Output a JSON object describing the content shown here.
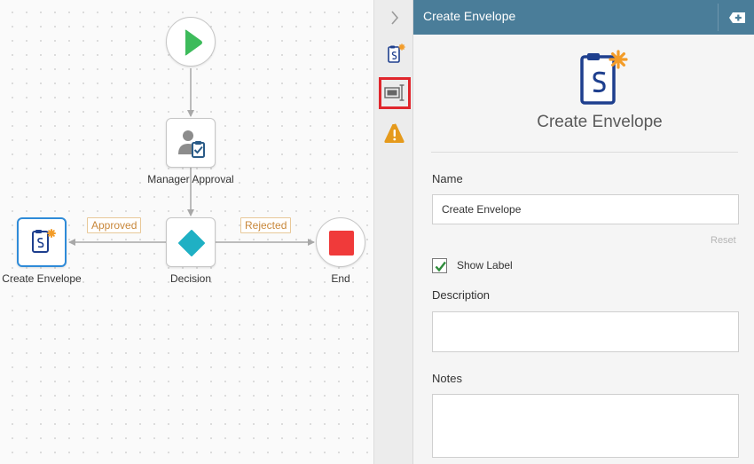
{
  "canvas": {
    "nodes": {
      "start": {
        "icon": "play-icon"
      },
      "manager_approval": {
        "label": "Manager Approval",
        "icon": "user-task-icon"
      },
      "decision": {
        "label": "Decision",
        "icon": "diamond-icon"
      },
      "create_envelope": {
        "label": "Create Envelope",
        "icon": "docusign-envelope-icon"
      },
      "end": {
        "label": "End",
        "icon": "stop-icon"
      }
    },
    "edges": {
      "approved": "Approved",
      "rejected": "Rejected"
    }
  },
  "toolbar": {
    "items": [
      {
        "name": "collapse",
        "icon": "chevron-right-icon"
      },
      {
        "name": "properties",
        "icon": "docusign-envelope-icon"
      },
      {
        "name": "form-controls",
        "icon": "textbox-icon",
        "highlighted": true
      },
      {
        "name": "warnings",
        "icon": "warning-icon"
      }
    ]
  },
  "panel": {
    "header_title": "Create Envelope",
    "heading": "Create Envelope",
    "name_label": "Name",
    "name_value": "Create Envelope",
    "reset_label": "Reset",
    "show_label_text": "Show Label",
    "show_label_checked": true,
    "description_label": "Description",
    "description_value": "",
    "notes_label": "Notes",
    "notes_value": ""
  },
  "colors": {
    "header": "#4a7d99",
    "play": "#3dbb5b",
    "decision": "#1fb0c4",
    "end": "#f03a3a",
    "envelope_blue": "#1e3f8e",
    "envelope_orange": "#f39c28",
    "selection": "#2f8bd8",
    "highlight": "#e0262c",
    "warning": "#e59a1c",
    "edge_label": "#c8873a"
  }
}
